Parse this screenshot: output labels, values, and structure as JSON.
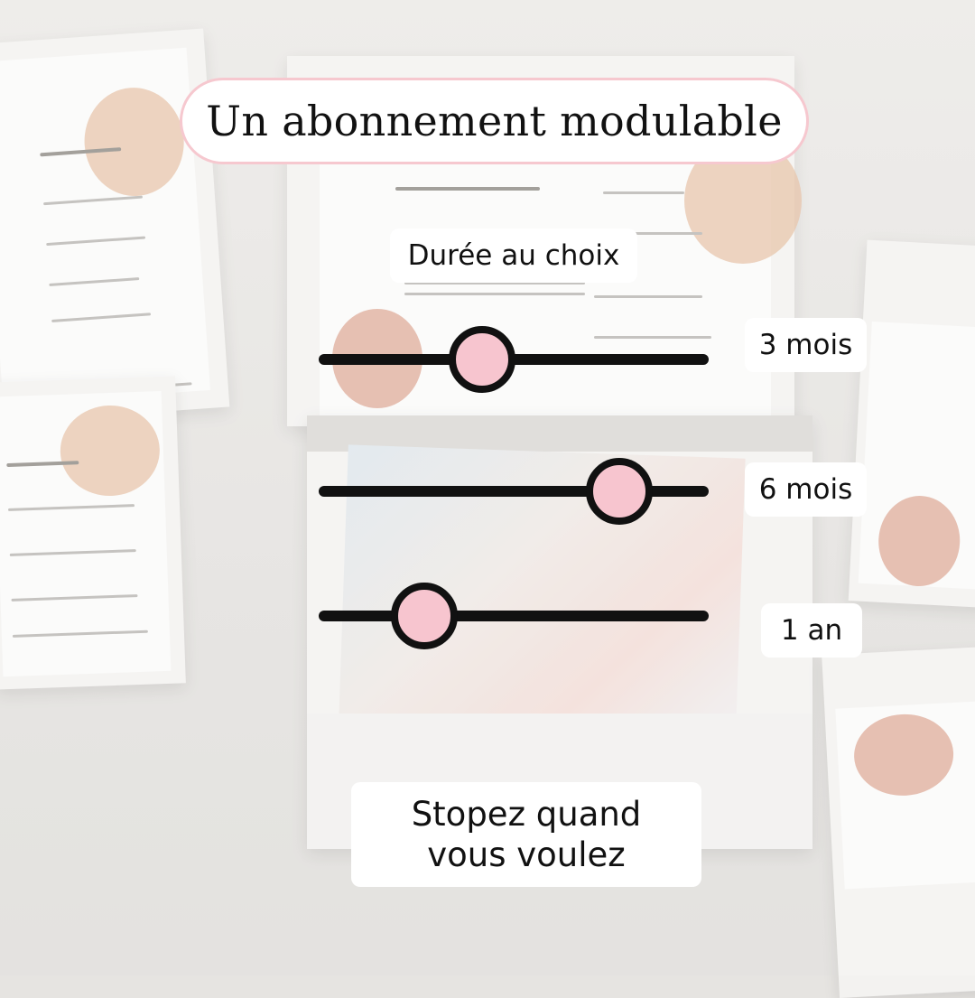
{
  "title": "Un abonnement modulable",
  "subtitle": "Durée au choix",
  "options": [
    {
      "label": "3 mois",
      "level_percent": 42
    },
    {
      "label": "6 mois",
      "level_percent": 77
    },
    {
      "label": "1 an",
      "level_percent": 27
    }
  ],
  "footer": "Stopez quand vous voulez",
  "colors": {
    "accent_pink": "#f7c5cf",
    "track": "#111111",
    "pill_border": "#f6c8cf"
  }
}
